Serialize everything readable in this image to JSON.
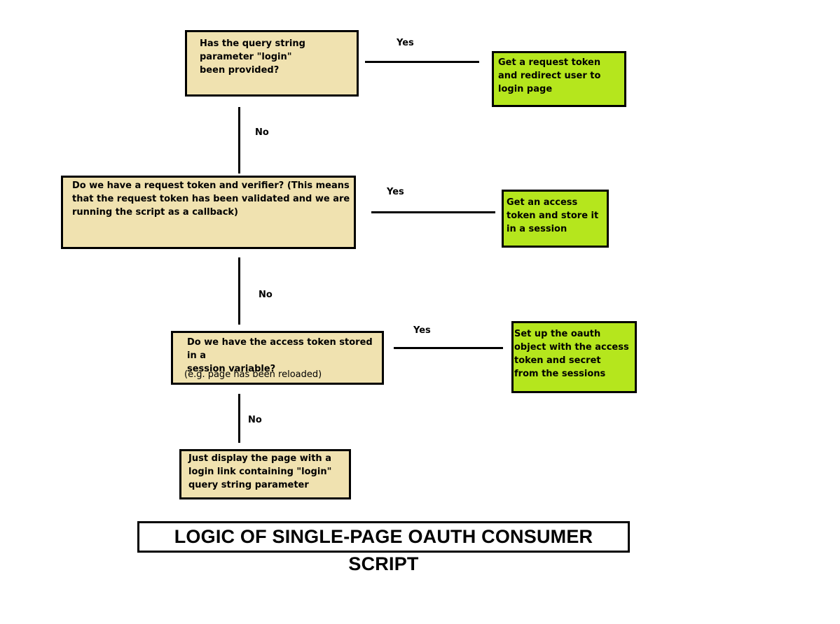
{
  "title": "LOGIC OF SINGLE-PAGE OAUTH CONSUMER SCRIPT",
  "colors": {
    "question_fill": "#f0e2b0",
    "action_fill": "#b5e61d",
    "border": "#000000"
  },
  "decisions": [
    {
      "text": "Has the query string\nparameter \"login\"\nbeen provided?",
      "yes_label": "Yes",
      "no_label": "No"
    },
    {
      "text": "Do we have a request token and verifier? (This means\nthat the request token has been validated and we are\nrunning the script as a callback)",
      "yes_label": "Yes",
      "no_label": "No"
    },
    {
      "text": "Do we have the access token stored in a\nsession variable?",
      "note": "(e.g. page has been reloaded)",
      "yes_label": "Yes",
      "no_label": "No"
    }
  ],
  "actions": [
    {
      "text": "Get a request token\nand redirect user to\nlogin page"
    },
    {
      "text": "Get an access\ntoken and store it\nin a session"
    },
    {
      "text": "Set up the oauth\nobject with the access\ntoken and secret\nfrom the sessions"
    }
  ],
  "final": {
    "text": "Just display the page with a\nlogin link containing \"login\"\nquery string parameter"
  }
}
